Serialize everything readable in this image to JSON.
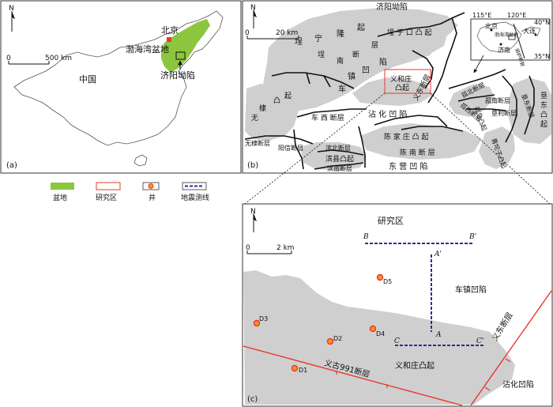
{
  "panel_a": {
    "label": "(a)",
    "north": "N",
    "scale": {
      "start": "0",
      "end": "500 km"
    },
    "labels": {
      "beijing": "北京",
      "bohai_bay_basin": "渤海湾盆地",
      "jiyang_depression": "济阳坳陷",
      "china": "中国"
    }
  },
  "panel_b": {
    "label": "(b)",
    "north": "N",
    "scale": {
      "start": "0",
      "end": "20 km"
    },
    "title_top": "济阳坳陷",
    "labels": {
      "chengning_1": "埕",
      "chengning_2": "宁",
      "chengning_3": "隆",
      "chengning_4": "起",
      "chengzikou": "埕 子 口 凸 起",
      "chengnan_1": "埕",
      "chengnan_2": "南",
      "chengnan_3": "断",
      "chengnan_4": "层",
      "chezhen_1": "车",
      "chezhen_2": "镇",
      "chezhen_3": "凹",
      "chezhen_4": "陷",
      "yihezhuang": "义和庄",
      "yihezhuang2": "凸起",
      "yidong_fault": "义东断层",
      "gubei_fault": "孤北断层",
      "guxi_fault": "孤西断层",
      "gudao_uplift": "孤岛凸起",
      "gunan_fault": "孤南断层",
      "kendong_fault": "垦东断层",
      "kenli_fault": "垦利断层",
      "kendong_uplift_1": "垦",
      "kendong_uplift_2": "东",
      "kendong_uplift_3": "凸",
      "kendong_uplift_4": "起",
      "wudi_1": "无",
      "wudi_2": "棣",
      "wudi_3": "凸",
      "wudi_4": "起",
      "chexi_fault": "车 西 断层",
      "zhanhua_depression": "沾 化 凹 陷",
      "wudi_fault": "无棣断层",
      "chenjiazhuang": "陈 家 庄 凸 起",
      "chennan_fault": "陈 南 断 层",
      "yangxin_fault": "阳信断层",
      "binbei_fault": "滨北断层",
      "binxian_uplift": "滨县凸起",
      "binnan_fault": "滨南断层",
      "dongying_depression": "东 营 凹 陷",
      "qingtuo_uplift": "青坨子凸起",
      "inset_lon1": "115°E",
      "inset_lon2": "120°E",
      "inset_lat1": "40°N",
      "inset_lat2": "35°N",
      "inset_beijing": "北京",
      "inset_bohai": "渤海湾盆地",
      "inset_dalian": "大连",
      "inset_jinan": "济南",
      "inset_fault": "郯庐断裂"
    }
  },
  "panel_c": {
    "label": "(c)",
    "north": "N",
    "scale": {
      "start": "0",
      "end": "2 km"
    },
    "title": "研究区",
    "labels": {
      "chezhen": "车镇凹陷",
      "yihezhuang": "义和庄凸起",
      "zhanhua": "沾化凹陷",
      "yigu_fault": "义古991断层",
      "yidong_fault": "义东断层"
    },
    "seismic_lines": [
      {
        "start": "B",
        "end": "B'"
      },
      {
        "start": "A",
        "end": "A'"
      },
      {
        "start": "C",
        "end": "C'"
      }
    ],
    "wells": [
      "D1",
      "D2",
      "D3",
      "D4",
      "D5"
    ]
  },
  "legend": {
    "basin": "盆地",
    "study_area": "研究区",
    "well": "井",
    "seismic_line": "地震测线"
  },
  "colors": {
    "basin_green": "#8cc63f",
    "uplift_gray": "#cfcfcf",
    "study_red": "#e8382f",
    "fault_red": "#e8382f",
    "seismic_blue": "#2c2c9a",
    "well_orange": "#f7941d"
  }
}
